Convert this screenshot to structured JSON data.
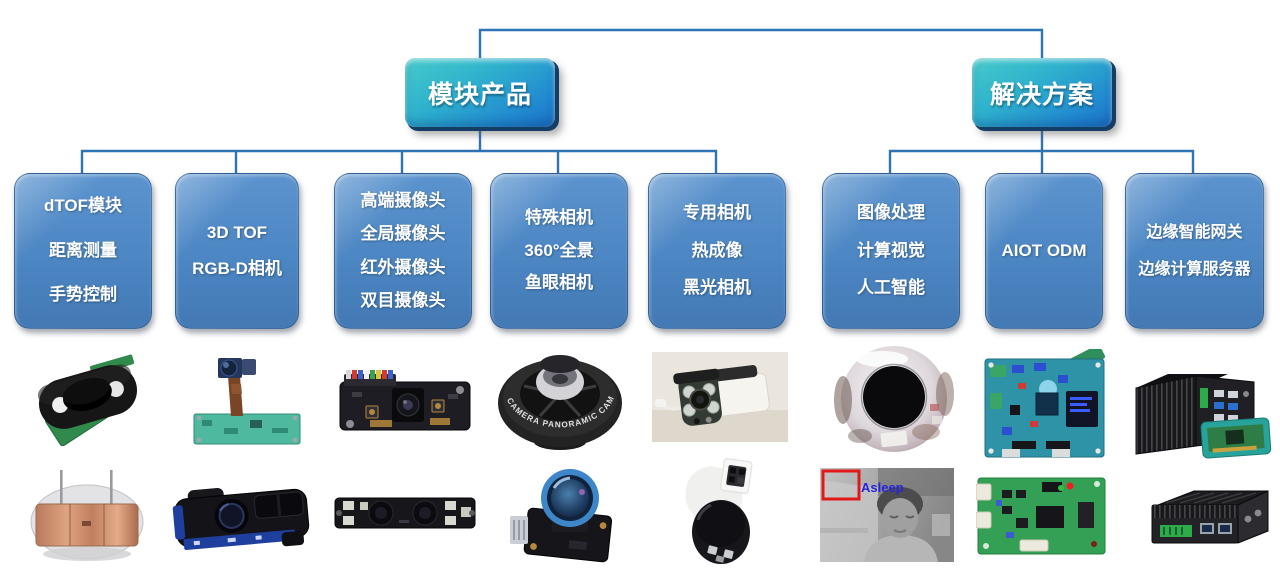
{
  "colors": {
    "connector": "#2E74B5",
    "header_gradient_start": "#46CBCB",
    "header_gradient_end": "#1B6FC4",
    "category_fill": "#4C86C3",
    "text": "#FFFFFF"
  },
  "tree": {
    "headers": [
      {
        "id": "module-products",
        "label": "模块产品"
      },
      {
        "id": "solutions",
        "label": "解决方案"
      }
    ],
    "categories": [
      {
        "id": "dtof",
        "parent": "module-products",
        "lines": [
          "dTOF模块",
          "距离测量",
          "手势控制"
        ]
      },
      {
        "id": "tof3d",
        "parent": "module-products",
        "lines": [
          "3D TOF",
          "RGB-D相机"
        ]
      },
      {
        "id": "cameras",
        "parent": "module-products",
        "lines": [
          "高端摄像头",
          "全局摄像头",
          "红外摄像头",
          "双目摄像头"
        ]
      },
      {
        "id": "special",
        "parent": "module-products",
        "lines": [
          "特殊相机",
          "360°全景",
          "鱼眼相机"
        ]
      },
      {
        "id": "dedicated",
        "parent": "module-products",
        "lines": [
          "专用相机",
          "热成像",
          "黑光相机"
        ]
      },
      {
        "id": "vision",
        "parent": "solutions",
        "lines": [
          "图像处理",
          "计算视觉",
          "人工智能"
        ]
      },
      {
        "id": "aiot",
        "parent": "solutions",
        "lines": [
          "AIOT ODM"
        ]
      },
      {
        "id": "edge",
        "parent": "solutions",
        "lines": [
          "边缘智能网关",
          "边缘计算服务器"
        ]
      }
    ]
  },
  "gallery": {
    "panoramic_rim_text": "CAMERA PANORAMIC CAMERA PANORAMIC",
    "asleep_label": "Asleep",
    "row1": [
      "dtof-module-board",
      "camera-flex-module",
      "embedded-camera-board",
      "panoramic-dome-camera",
      "bullet-surveillance-camera",
      "mirror-dome-lens",
      "aiot-dev-board",
      "edge-ai-server"
    ],
    "row2": [
      "coil-distance-sensor",
      "3d-tof-camera",
      "stereo-camera-bar",
      "fisheye-lens-module",
      "ptz-dome-camera",
      "driver-monitoring-ir-photo",
      "control-pcb-board",
      "fanless-box-pc"
    ]
  }
}
